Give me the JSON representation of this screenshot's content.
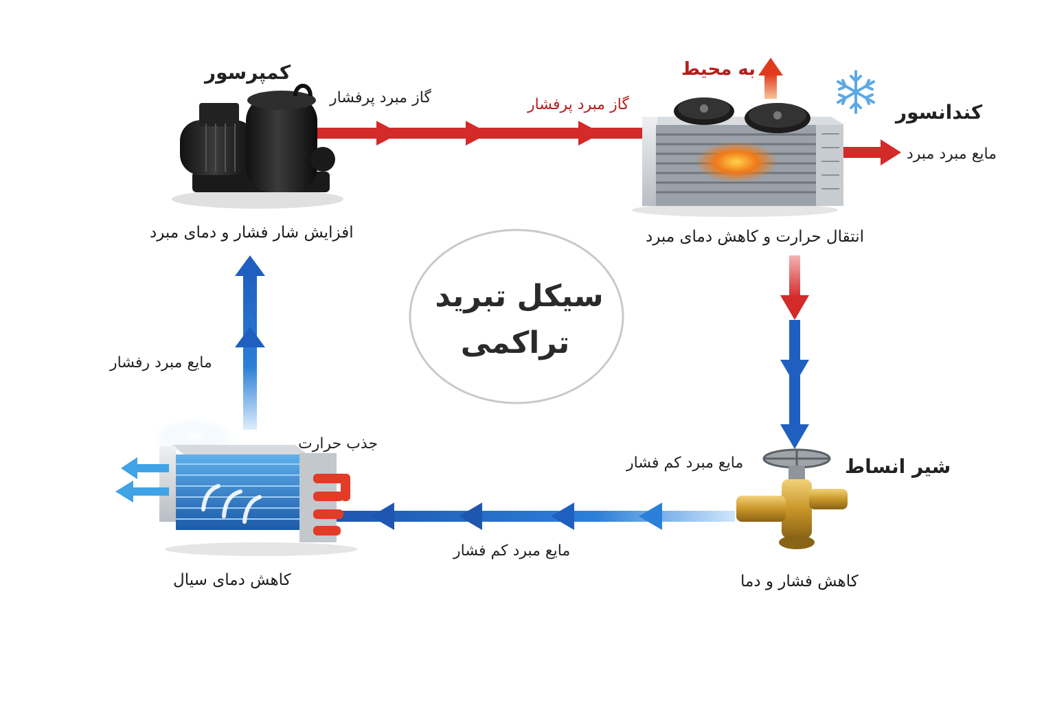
{
  "colors": {
    "hot": "#d32a2a",
    "cold": "#1f5fbf",
    "cold_light": "#3fa3e6",
    "brass": "#c9962a",
    "text": "#1b1b1b",
    "accent_text": "#b81c1c"
  },
  "compressor": {
    "title": "کمپرسور",
    "caption": "افزایش شار فشار و دمای مبرد"
  },
  "condenser": {
    "title": "کندانسور",
    "caption": "انتقال حرارت و کاهش دمای مبرد",
    "to_environment": "به محیط",
    "outlet_label": "مایع مبرد مبرد"
  },
  "expansion_valve": {
    "title": "شیر انساط",
    "inlet_label": "مایع مبرد کم فشار",
    "caption": "کاهش فشار و دما"
  },
  "evaporator": {
    "absorb_label": "جذب حرارت",
    "caption": "کاهش دمای سیال"
  },
  "flows": {
    "compressor_to_condenser_a": "گاز مبرد پرفشار",
    "compressor_to_condenser_b": "گاز مبرد پرفشار",
    "valve_to_evaporator": "مایع مبرد کم فشار",
    "evaporator_to_compressor": "مایع مبرد رفشار"
  },
  "center": {
    "line1": "سیکل تبرید",
    "line2": "تراکمی"
  },
  "icons": [
    "compressor-icon",
    "condenser-icon",
    "fan-icon",
    "snowflake-icon",
    "expansion-valve-icon",
    "evaporator-icon",
    "arrow-icon"
  ]
}
